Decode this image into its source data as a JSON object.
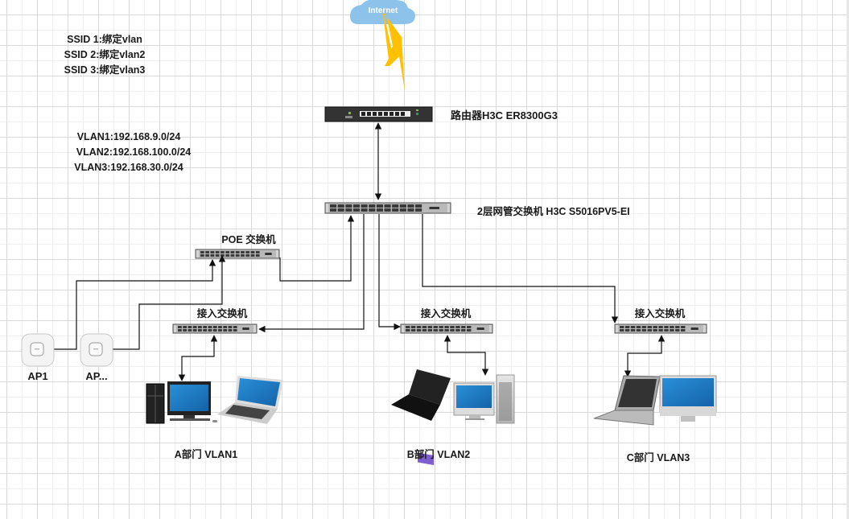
{
  "diagram": {
    "title": "H3C network topology",
    "ssid_notes": [
      "SSID 1:绑定vlan",
      "SSID 2:绑定vlan2",
      "SSID 3:绑定vlan3"
    ],
    "vlan_notes": [
      "VLAN1:192.168.9.0/24",
      "VLAN2:192.168.100.0/24",
      "VLAN3:192.168.30.0/24"
    ],
    "nodes": {
      "internet": {
        "label": "Internet",
        "icon": "cloud-icon",
        "color": "#8dc3ea"
      },
      "router": {
        "label": "路由器H3C ER8300G3",
        "icon": "router-icon"
      },
      "core_switch": {
        "label": "2层网管交换机 H3C S5016PV5-EI",
        "icon": "switch-icon"
      },
      "poe_switch": {
        "label": "POE 交换机",
        "icon": "switch-icon"
      },
      "access_a": {
        "label": "接入交换机",
        "icon": "switch-icon"
      },
      "access_b": {
        "label": "接入交换机",
        "icon": "switch-icon"
      },
      "access_c": {
        "label": "接入交换机",
        "icon": "switch-icon"
      },
      "ap1": {
        "label": "AP1",
        "icon": "access-point-icon"
      },
      "ap2": {
        "label": "AP...",
        "icon": "access-point-icon"
      },
      "dept_a": {
        "label": "A部门 VLAN1",
        "icons": [
          "desktop-tower-icon",
          "monitor-icon",
          "laptop-icon"
        ]
      },
      "dept_b": {
        "label": "B部门 VLAN2",
        "icons": [
          "laptop-icon",
          "imac-icon",
          "mac-pro-icon"
        ]
      },
      "dept_c": {
        "label": "C部门 VLAN3",
        "icons": [
          "laptop-icon",
          "imac-icon"
        ]
      }
    },
    "links": [
      {
        "from": "internet",
        "to": "router",
        "type": "wan-lightning",
        "color": "#ffc000"
      },
      {
        "from": "router",
        "to": "core_switch"
      },
      {
        "from": "poe_switch",
        "to": "core_switch"
      },
      {
        "from": "core_switch",
        "to": "access_a"
      },
      {
        "from": "core_switch",
        "to": "access_b"
      },
      {
        "from": "core_switch",
        "to": "access_c"
      },
      {
        "from": "ap1",
        "to": "poe_switch"
      },
      {
        "from": "ap2",
        "to": "poe_switch"
      },
      {
        "from": "access_a",
        "to": "dept_a"
      },
      {
        "from": "access_b",
        "to": "dept_b"
      },
      {
        "from": "access_c",
        "to": "dept_c"
      }
    ]
  }
}
